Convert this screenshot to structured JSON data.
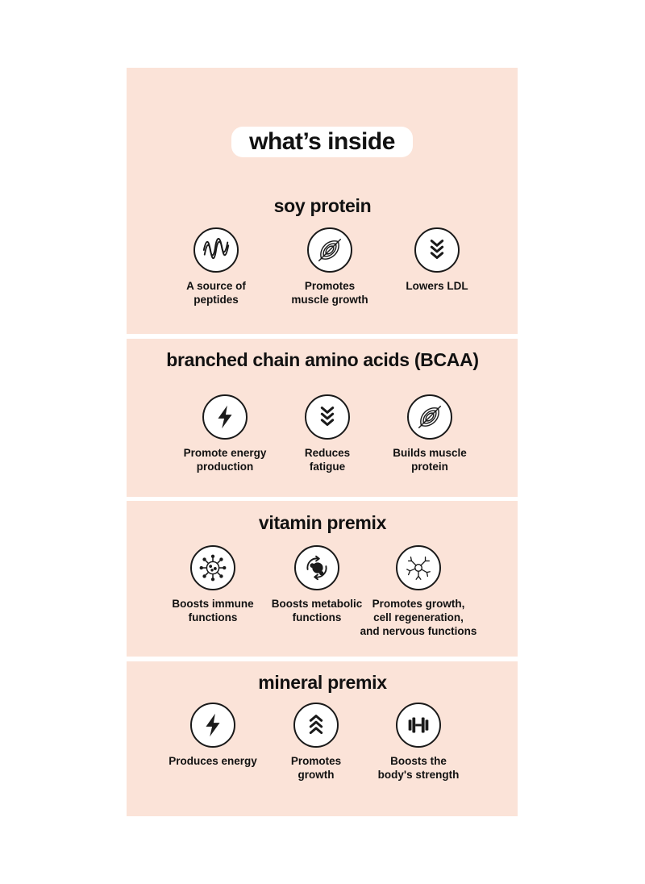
{
  "page_title": "what’s inside",
  "sections": [
    {
      "title": "soy protein",
      "items": [
        {
          "icon": "wave-icon",
          "label": "A source of\npeptides"
        },
        {
          "icon": "muscle-icon",
          "label": "Promotes\nmuscle growth"
        },
        {
          "icon": "chevrons-down-icon",
          "label": "Lowers LDL"
        }
      ]
    },
    {
      "title": "branched chain amino acids (BCAA)",
      "items": [
        {
          "icon": "lightning-icon",
          "label": "Promote energy\nproduction"
        },
        {
          "icon": "chevrons-down-icon",
          "label": "Reduces\nfatigue"
        },
        {
          "icon": "muscle-icon",
          "label": "Builds muscle\nprotein"
        }
      ]
    },
    {
      "title": "vitamin premix",
      "items": [
        {
          "icon": "virus-icon",
          "label": "Boosts immune\nfunctions"
        },
        {
          "icon": "metabolism-icon",
          "label": "Boosts metabolic\nfunctions"
        },
        {
          "icon": "neuron-icon",
          "label": "Promotes growth,\ncell regeneration,\nand nervous functions"
        }
      ]
    },
    {
      "title": "mineral premix",
      "items": [
        {
          "icon": "lightning-icon",
          "label": "Produces energy"
        },
        {
          "icon": "chevrons-up-icon",
          "label": "Promotes\ngrowth"
        },
        {
          "icon": "dumbbell-icon",
          "label": "Boosts the\nbody's strength"
        }
      ]
    }
  ],
  "colors": {
    "card_background": "#fbe3d8",
    "icon_stroke": "#1a1a1a",
    "text": "#111111"
  }
}
